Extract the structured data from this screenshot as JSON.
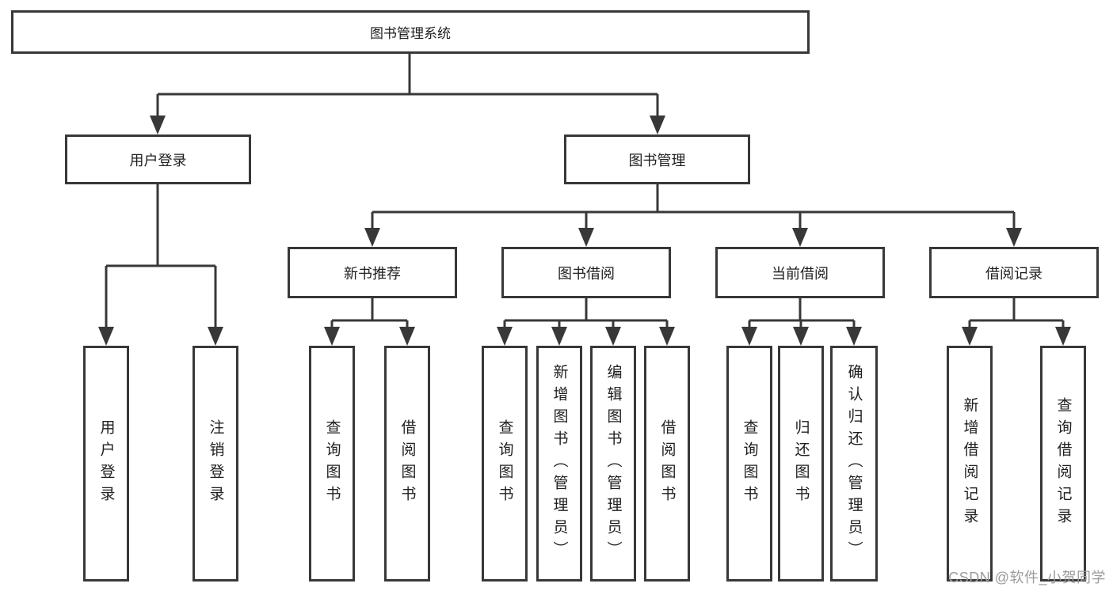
{
  "tree": {
    "label": "图书管理系统",
    "children": [
      {
        "label": "用户登录",
        "children": [
          {
            "label": "用户登录"
          },
          {
            "label": "注销登录"
          }
        ]
      },
      {
        "label": "图书管理",
        "children": [
          {
            "label": "新书推荐",
            "children": [
              {
                "label": "查询图书"
              },
              {
                "label": "借阅图书"
              }
            ]
          },
          {
            "label": "图书借阅",
            "children": [
              {
                "label": "查询图书"
              },
              {
                "label": "新增图书（管理员）"
              },
              {
                "label": "编辑图书（管理员）"
              },
              {
                "label": "借阅图书"
              }
            ]
          },
          {
            "label": "当前借阅",
            "children": [
              {
                "label": "查询图书"
              },
              {
                "label": "归还图书"
              },
              {
                "label": "确认归还（管理员）"
              }
            ]
          },
          {
            "label": "借阅记录",
            "children": [
              {
                "label": "新增借阅记录"
              },
              {
                "label": "查询借阅记录"
              }
            ]
          }
        ]
      }
    ]
  },
  "watermark": {
    "text": "CSDN @软件_小贺同学"
  },
  "colors": {
    "background": "#ffffff",
    "line": "#383838",
    "box_border": "#383838",
    "text": "#1f1f1f",
    "watermark": "#9b9b9b"
  }
}
